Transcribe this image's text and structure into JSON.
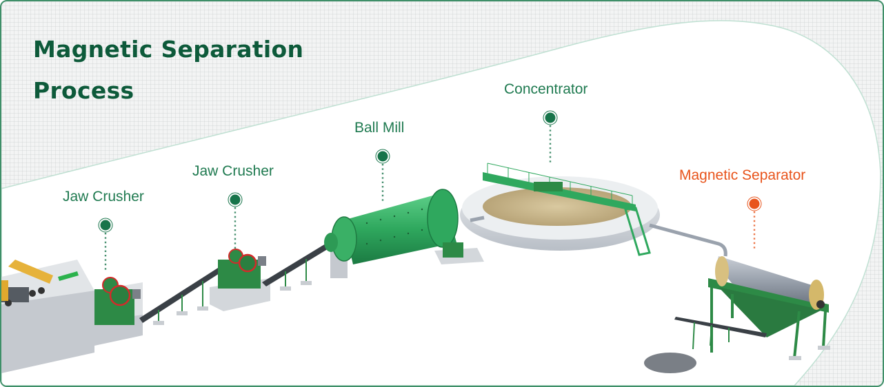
{
  "title": {
    "line1": "Magnetic Separation",
    "line2": "Process"
  },
  "stages": [
    {
      "label": "Jaw Crusher",
      "color": "#1f7a50",
      "marker_color": "#17744a"
    },
    {
      "label": "Jaw Crusher",
      "color": "#1f7a50",
      "marker_color": "#17744a"
    },
    {
      "label": "Ball Mill",
      "color": "#1f7a50",
      "marker_color": "#17744a"
    },
    {
      "label": "Concentrator",
      "color": "#1f7a50",
      "marker_color": "#17744a"
    },
    {
      "label": "Magnetic Separator",
      "color": "#e8541c",
      "marker_color": "#e8541c"
    }
  ],
  "colors": {
    "title": "#0d5a3a",
    "border": "#3e8f68",
    "machine_green": "#2e9a55",
    "highlight_orange": "#e8541c"
  }
}
